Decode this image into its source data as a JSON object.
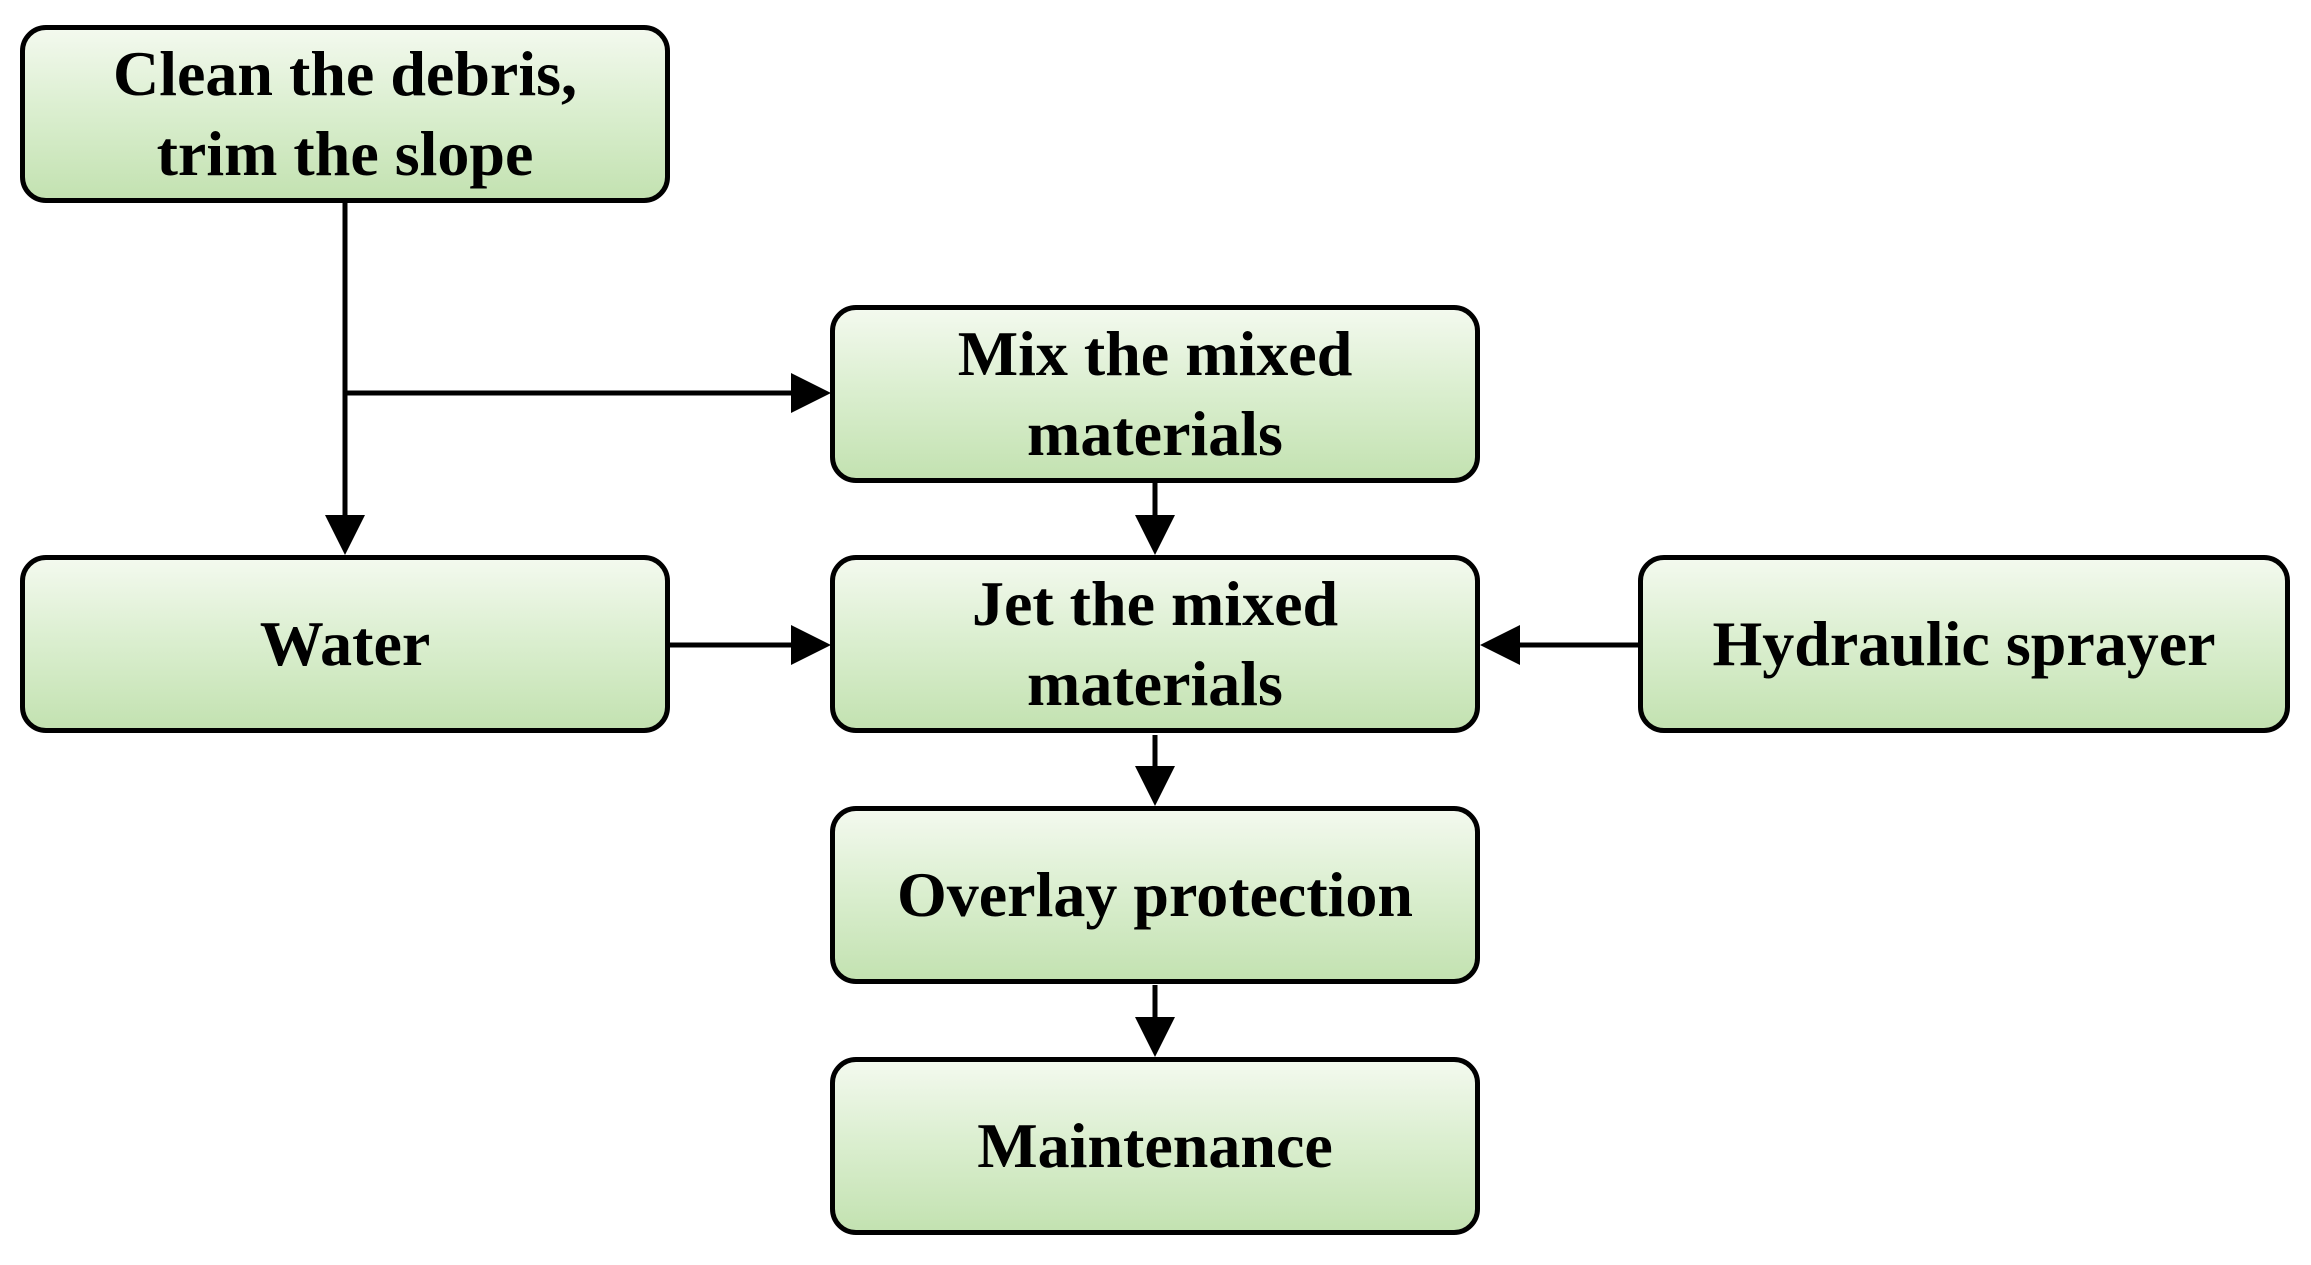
{
  "diagram": {
    "nodes": {
      "clean": {
        "label": "Clean the debris,\ntrim the slope"
      },
      "mix": {
        "label": "Mix the mixed\nmaterials"
      },
      "water": {
        "label": "Water"
      },
      "jet": {
        "label": "Jet the mixed\nmaterials"
      },
      "sprayer": {
        "label": "Hydraulic sprayer"
      },
      "overlay": {
        "label": "Overlay protection"
      },
      "maintenance": {
        "label": "Maintenance"
      }
    },
    "edges": [
      {
        "from": "clean",
        "to": "water"
      },
      {
        "from": "clean",
        "to": "mix"
      },
      {
        "from": "mix",
        "to": "jet"
      },
      {
        "from": "water",
        "to": "jet"
      },
      {
        "from": "sprayer",
        "to": "jet"
      },
      {
        "from": "jet",
        "to": "overlay"
      },
      {
        "from": "overlay",
        "to": "maintenance"
      }
    ],
    "colors": {
      "box_fill_top": "#f3f9ee",
      "box_fill_bottom": "#c3e2b1",
      "stroke": "#000000"
    }
  }
}
